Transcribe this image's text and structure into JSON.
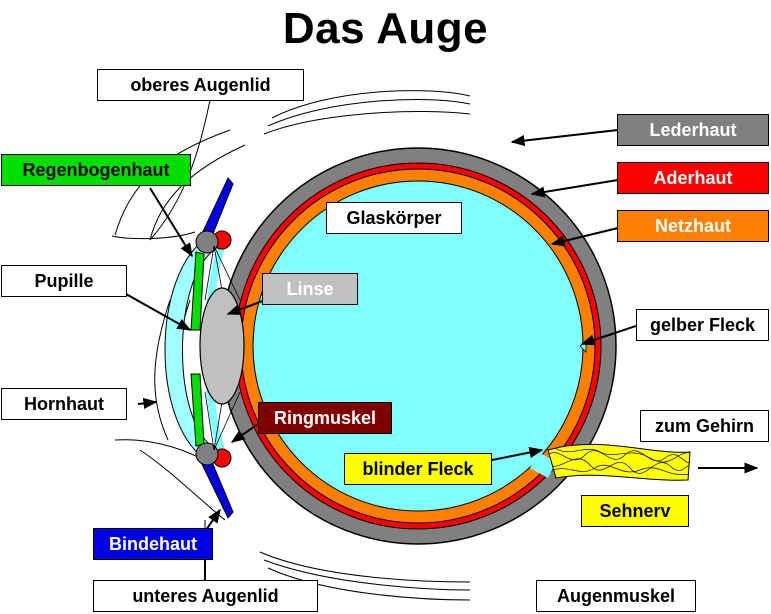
{
  "title": "Das Auge",
  "labels": {
    "oberes_augenlid": "oberes Augenlid",
    "lederhaut": "Lederhaut",
    "regenbogenhaut": "Regenbogenhaut",
    "aderhaut": "Aderhaut",
    "glaskoerper": "Glaskörper",
    "netzhaut": "Netzhaut",
    "pupille": "Pupille",
    "linse": "Linse",
    "gelber_fleck": "gelber Fleck",
    "hornhaut": "Hornhaut",
    "ringmuskel": "Ringmuskel",
    "zum_gehirn": "zum Gehirn",
    "blinder_fleck": "blinder Fleck",
    "sehnerv": "Sehnerv",
    "bindehaut": "Bindehaut",
    "unteres_augenlid": "unteres Augenlid",
    "augenmuskel": "Augenmuskel"
  },
  "colors": {
    "lederhaut": "#808080",
    "aderhaut": "#ff0000",
    "netzhaut": "#ff8000",
    "glaskoerper": "#80ffff",
    "regenbogenhaut": "#00e000",
    "bindehaut": "#0000e0",
    "linse": "#c0c0c0",
    "ringmuskel": "#800000",
    "sehnerv": "#ffff00",
    "label_text_light": "#ffffff",
    "label_text_dark": "#000000"
  }
}
